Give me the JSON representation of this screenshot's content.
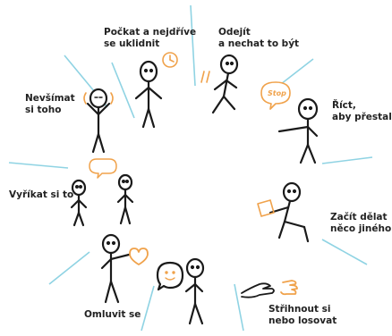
{
  "colors": {
    "spoke": "#8fd3e3",
    "ink": "#1a1a1a",
    "accent": "#f0a24b"
  },
  "strategies": [
    {
      "id": "wait",
      "label": "Počkat a nejdříve\nse uklidnit",
      "icon": "clock-icon"
    },
    {
      "id": "leave",
      "label": "Odejít\na nechat to být",
      "icon": "walking-figure-icon"
    },
    {
      "id": "stop",
      "label": "Říct,\naby přestali",
      "icon": "stop-bubble-icon",
      "bubble_text": "Stop"
    },
    {
      "id": "other",
      "label": "Začít dělat\nněco jiného",
      "icon": "book-icon"
    },
    {
      "id": "lots",
      "label": "Střihnout si\nnebo losovat",
      "icon": "rock-paper-scissors-icon"
    },
    {
      "id": "sorry",
      "label": "Omluvit se",
      "icon": "smile-bubble-icon"
    },
    {
      "id": "heart",
      "label": "",
      "icon": "heart-icon"
    },
    {
      "id": "talk",
      "label": "Vyříkat si to",
      "icon": "speech-bubble-icon"
    },
    {
      "id": "ignore",
      "label": "Nevšímat\nsi toho",
      "icon": "covered-ears-icon"
    }
  ]
}
